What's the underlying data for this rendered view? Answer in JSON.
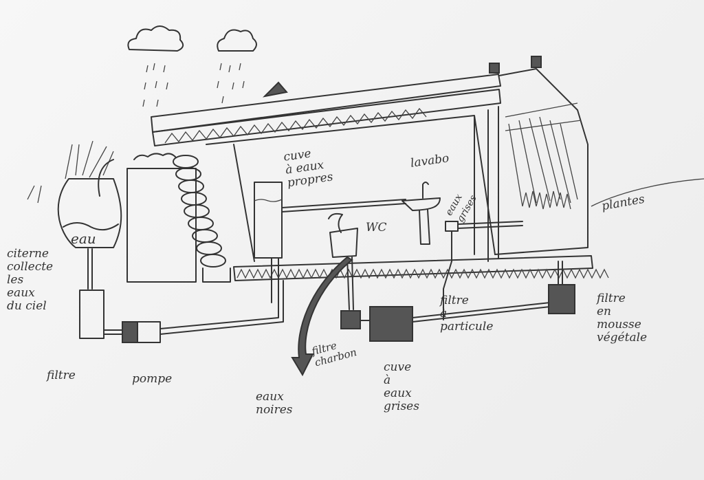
{
  "labels": {
    "eau": "eau",
    "citerne": "citerne\ncollecte\nles\neaux\ndu ciel",
    "filtre": "filtre",
    "pompe": "pompe",
    "cuve_propres": "cuve\nà eaux\npropres",
    "lavabo": "lavabo",
    "eaux_grises": "eaux\ngrises",
    "wc": "WC",
    "plantes": "plantes",
    "filtre_particule": "filtre\nà\nparticule",
    "filtre_mousse": "filtre\nen\nmousse\nvégétale",
    "filtre_charbon": "filtre\ncharbon",
    "cuve_grises": "cuve\nà\neaux\ngrises",
    "eaux_noires": "eaux\nnoires"
  }
}
